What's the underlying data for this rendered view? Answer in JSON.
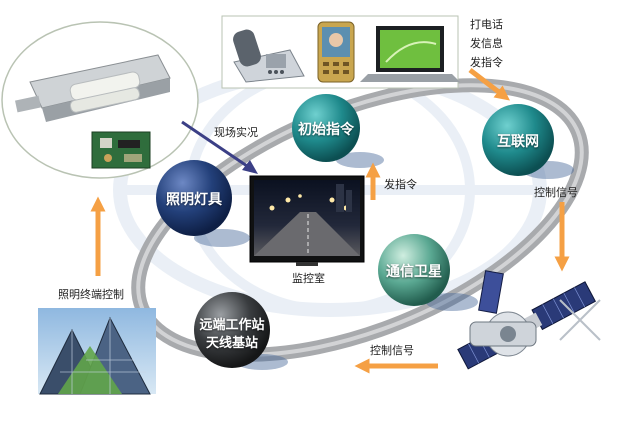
{
  "colors": {
    "arrow": "#f5a044",
    "dark_arrow": "#3b3f86",
    "loop": "#a8aaad",
    "node_teal": "#1f8a8c",
    "node_navy": "#23407a",
    "node_dark": "#3a3d40"
  },
  "nodes": {
    "lighting": "照明灯具",
    "initial_command": "初始指令",
    "internet": "互联网",
    "satellite": "通信卫星",
    "remote_station_line1": "远端工作站",
    "remote_station_line2": "天线基站"
  },
  "labels": {
    "phone_actions": [
      "打电话",
      "发信息",
      "发指令"
    ],
    "live_view": "现场实况",
    "send_command": "发指令",
    "control_signal_right": "控制信号",
    "control_signal_bottom": "控制信号",
    "monitor_room": "监控室",
    "terminal_control": "照明终端控制"
  },
  "icons": {
    "street_lamp": "street-lamp-icon",
    "controller_board": "circuit-board-icon",
    "desk_phone": "desk-phone-icon",
    "mobile_phone": "mobile-phone-icon",
    "laptop": "laptop-icon",
    "monitor": "monitor-icon",
    "satellite": "satellite-icon",
    "building": "building-icon"
  }
}
